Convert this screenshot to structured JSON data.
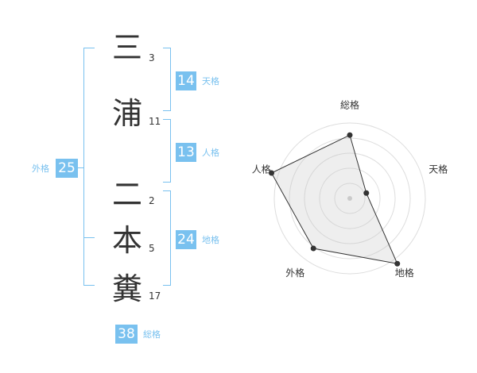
{
  "surname": [
    {
      "char": "三",
      "strokes": "3"
    },
    {
      "char": "浦",
      "strokes": "11"
    }
  ],
  "given": [
    {
      "char": "二",
      "strokes": "2"
    },
    {
      "char": "本",
      "strokes": "5"
    },
    {
      "char": "糞",
      "strokes": "17"
    }
  ],
  "kaku": {
    "tenkaku": {
      "value": "14",
      "label": "天格"
    },
    "jinkaku": {
      "value": "13",
      "label": "人格"
    },
    "chikaku": {
      "value": "24",
      "label": "地格"
    },
    "gaikaku": {
      "value": "25",
      "label": "外格"
    },
    "soukaku": {
      "value": "38",
      "label": "総格"
    }
  },
  "colors": {
    "accent": "#79c1ef",
    "text": "#333333"
  },
  "chart_data": {
    "type": "radar",
    "axes": [
      "総格",
      "天格",
      "地格",
      "外格",
      "人格"
    ],
    "values": [
      0.84,
      0.23,
      1.07,
      0.82,
      1.09
    ],
    "rings": 5
  }
}
